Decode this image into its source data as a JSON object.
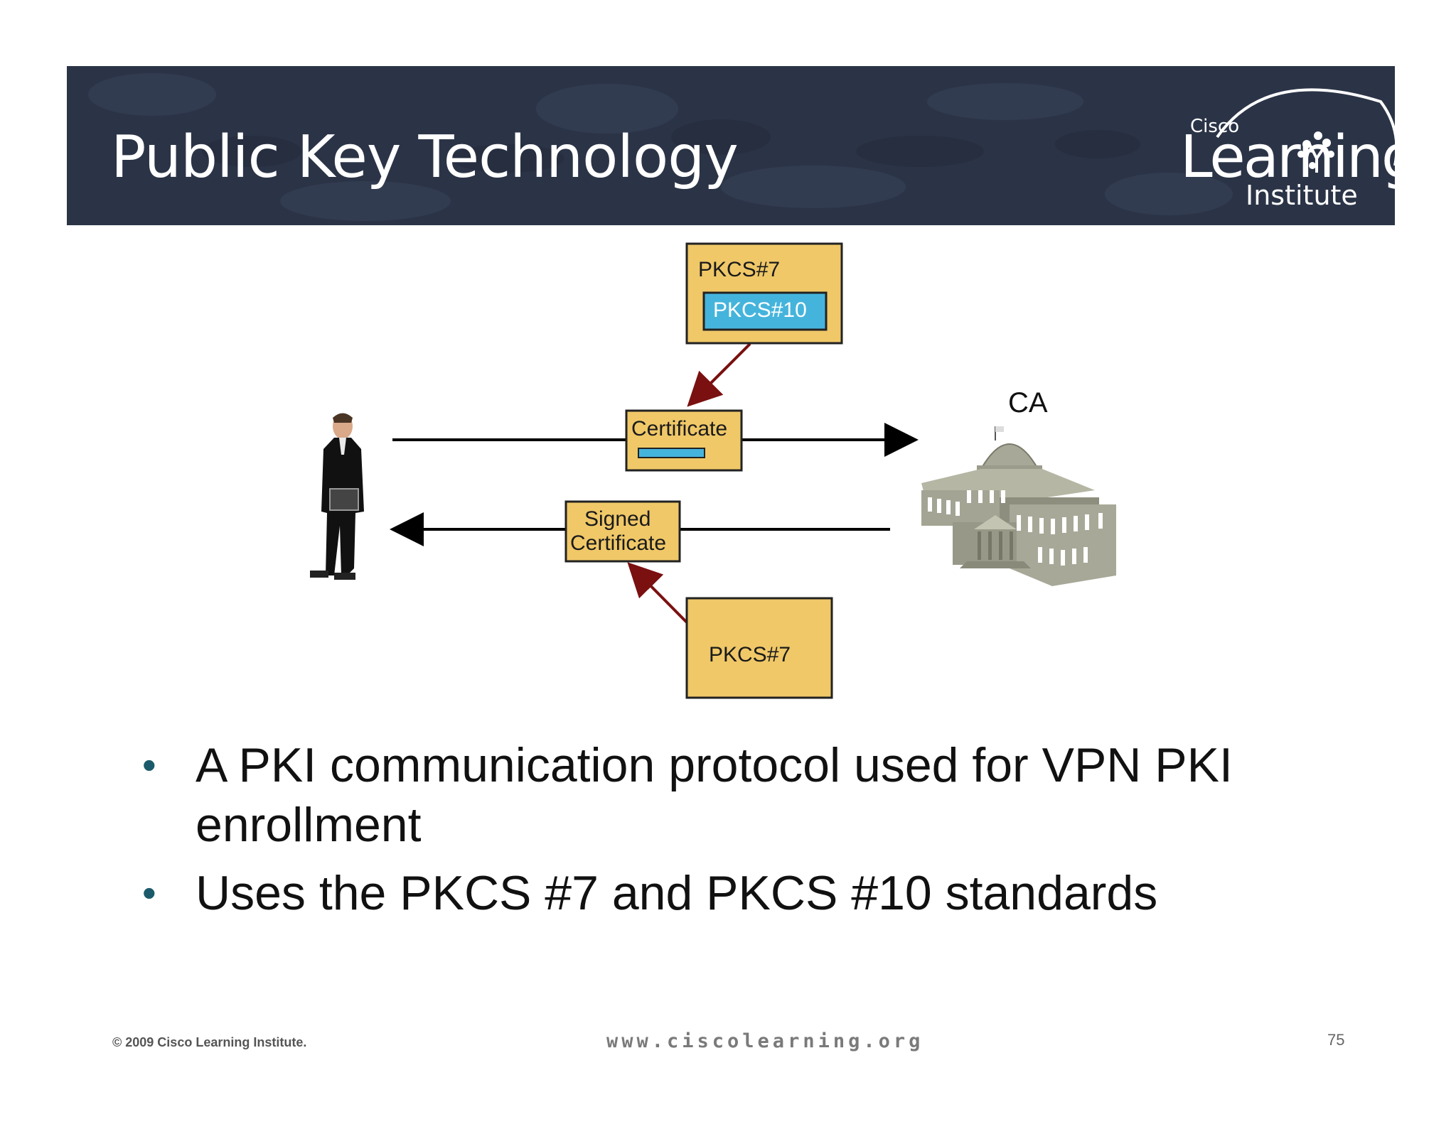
{
  "header": {
    "title": "Public Key Technology",
    "logo": {
      "line1": "Cisco",
      "line2": "Learning",
      "line3": "Institute"
    }
  },
  "diagram": {
    "request_outer_label": "PKCS#7",
    "request_inner_label": "PKCS#10",
    "certificate_label": "Certificate",
    "signed_certificate_line1": "Signed",
    "signed_certificate_line2": "Certificate",
    "response_label": "PKCS#7",
    "ca_label": "CA"
  },
  "bullets": [
    "A PKI communication protocol used for VPN PKI enrollment",
    "Uses the PKCS #7 and PKCS #10 standards"
  ],
  "footer": {
    "copyright": "© 2009 Cisco Learning Institute.",
    "url": "www.ciscolearning.org",
    "page_number": "75"
  },
  "colors": {
    "header_bg": "#2b3447",
    "box_fill": "#f0c868",
    "inner_box_fill": "#45b4dc",
    "arrow_red": "#7a1010",
    "bullet_color": "#1b5a6a"
  }
}
